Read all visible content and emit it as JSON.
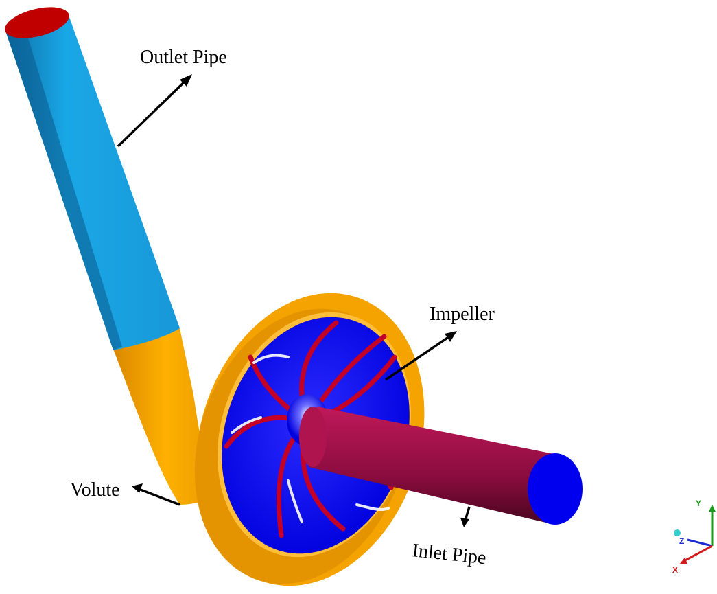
{
  "labels": {
    "outlet_pipe": "Outlet Pipe",
    "impeller": "Impeller",
    "volute": "Volute",
    "inlet_pipe": "Inlet Pipe"
  },
  "triad": {
    "y": "Y",
    "z": "Z",
    "x": "X"
  },
  "colors": {
    "outlet_pipe": "#1aa7e6",
    "outlet_end": "#c00000",
    "volute": "#f5a300",
    "impeller_disk": "#0000ee",
    "blades": "#c40026",
    "inlet_pipe": "#a0104a",
    "inlet_end": "#0000ee",
    "axis_x": "#d11a1a",
    "axis_y": "#1a9a1a",
    "axis_z": "#1a2bd1"
  }
}
